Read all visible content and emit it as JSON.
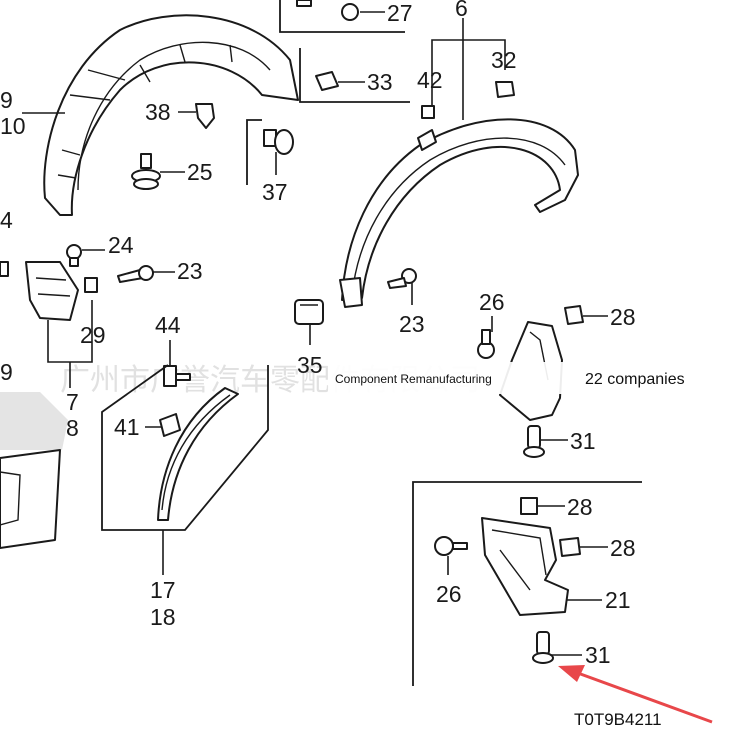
{
  "callouts": {
    "c27": "27",
    "c6": "6",
    "c9a": "9",
    "c10": "10",
    "c33": "33",
    "c42": "42",
    "c32": "32",
    "c38": "38",
    "c25": "25",
    "c37": "37",
    "c4": "4",
    "c24": "24",
    "c23a": "23",
    "c23b": "23",
    "c26a": "26",
    "c28a": "28",
    "c29": "29",
    "c44": "44",
    "c35": "35",
    "c9b": "9",
    "c7": "7",
    "c8": "8",
    "c41": "41",
    "c31a": "31",
    "c28b": "28",
    "c28c": "28",
    "c26b": "26",
    "c21": "21",
    "c17": "17",
    "c18": "18",
    "c31b": "31"
  },
  "banner": {
    "left_text": "Component Remanufacturing",
    "right_text": "22 companies"
  },
  "watermark": {
    "text": "广州市广誉汽车零配件有限公司"
  },
  "diagram_code": "T0T9B4211",
  "colors": {
    "ink": "#1a1a1a",
    "arrow": "#e8474a",
    "watermark": "#c9c9c9"
  }
}
